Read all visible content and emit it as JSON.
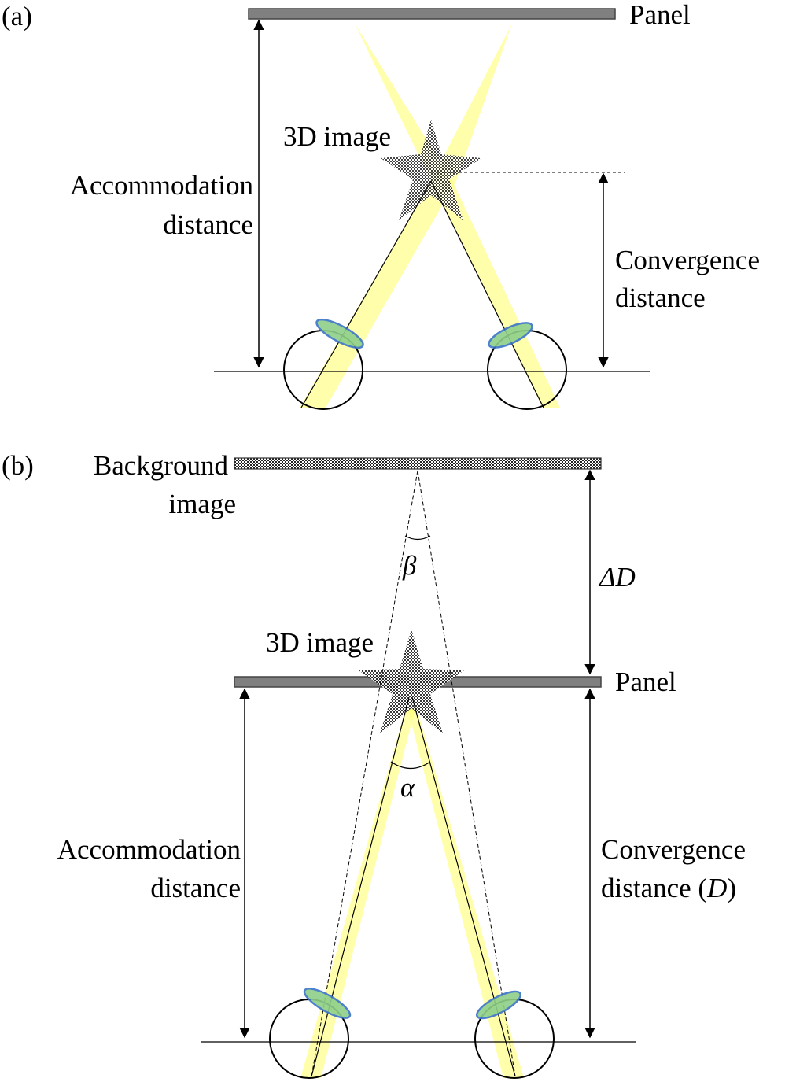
{
  "panel_a": {
    "tag": "(a)",
    "panel_label": "Panel",
    "image_label": "3D image",
    "accommodation_label": [
      "Accommodation",
      "distance"
    ],
    "convergence_label": [
      "Convergence",
      "distance"
    ]
  },
  "panel_b": {
    "tag": "(b)",
    "background_label": [
      "Background",
      "image"
    ],
    "image_label": "3D image",
    "panel_label": "Panel",
    "delta_label": "ΔD",
    "beta_label": "β",
    "alpha_label": "α",
    "accommodation_label": [
      "Accommodation",
      "distance"
    ],
    "convergence_label": [
      "Convergence",
      "distance ("
    ],
    "convergence_var": "D",
    "convergence_close": ")"
  },
  "colors": {
    "panel_fill": "#808080",
    "light_beam": "#ffff66",
    "lens_fill": "#8fd08a",
    "lens_stroke": "#3a73c8",
    "line": "#000000"
  }
}
